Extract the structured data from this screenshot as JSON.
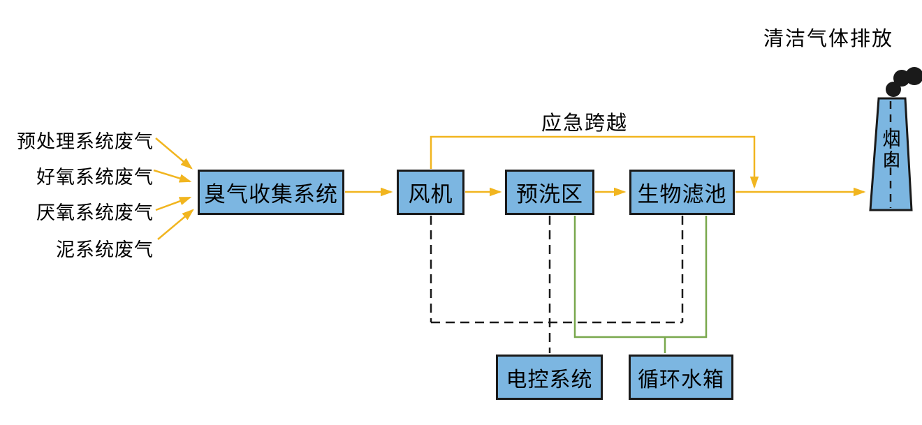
{
  "diagram": {
    "inputs": [
      {
        "label": "预处理系统废气"
      },
      {
        "label": "好氧系统废气"
      },
      {
        "label": "厌氧系统废气"
      },
      {
        "label": "泥系统废气"
      }
    ],
    "nodes": {
      "collection": "臭气收集系统",
      "fan": "风机",
      "prewash": "预洗区",
      "biofilter": "生物滤池",
      "control": "电控系统",
      "tank": "循环水箱",
      "chimney": "烟囱"
    },
    "annotations": {
      "bypass": "应急跨越",
      "outlet": "清洁气体排放"
    },
    "colors": {
      "flow_line": "#F1B51F",
      "water_line": "#79A84D",
      "signal_line": "#1a1a1a",
      "box_fill": "#7CB6E1",
      "box_border": "#1a1a1a",
      "smoke": "#1a1a1a"
    }
  }
}
